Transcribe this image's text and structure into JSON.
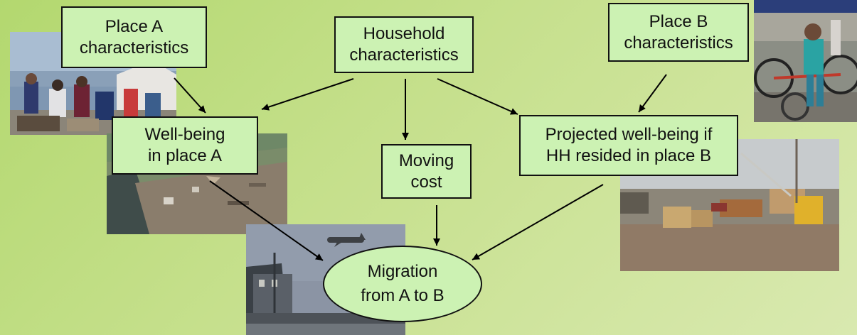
{
  "nodes": {
    "place_a_characteristics": "Place A\ncharacteristics",
    "household_characteristics": "Household\ncharacteristics",
    "place_b_characteristics": "Place B\ncharacteristics",
    "wellbeing_place_a": "Well-being\nin place A",
    "moving_cost": "Moving\ncost",
    "projected_wellbeing_place_b": "Projected well-being if\nHH resided in place B",
    "migration": "Migration\nfrom A to B"
  },
  "edges": [
    {
      "from": "Place A characteristics",
      "to": "Well-being in place A"
    },
    {
      "from": "Household characteristics",
      "to": "Well-being in place A"
    },
    {
      "from": "Household characteristics",
      "to": "Moving cost"
    },
    {
      "from": "Household characteristics",
      "to": "Projected well-being if HH resided in place B"
    },
    {
      "from": "Place B characteristics",
      "to": "Projected well-being if HH resided in place B"
    },
    {
      "from": "Well-being in place A",
      "to": "Migration from A to B"
    },
    {
      "from": "Moving cost",
      "to": "Migration from A to B"
    },
    {
      "from": "Projected well-being if HH resided in place B",
      "to": "Migration from A to B"
    }
  ],
  "colors": {
    "background": "#c2de86",
    "node_fill": "#ccf2b3",
    "node_border": "#111111"
  },
  "photos": [
    "people-gathering-photo",
    "children-bicycles-photo",
    "flooded-riverbank-photo",
    "airplane-over-town-photo",
    "construction-site-photo"
  ]
}
